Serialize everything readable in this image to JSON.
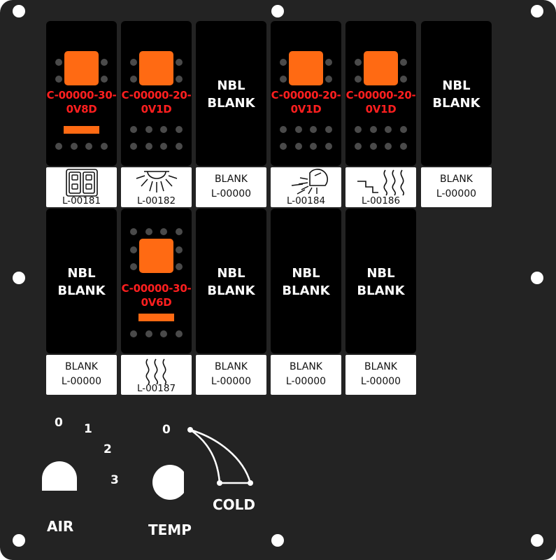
{
  "colors": {
    "panel": "#232323",
    "switch": "#000000",
    "lamp": "#ff6a13",
    "code_text": "#ff1f1f",
    "label_bg": "#ffffff",
    "dot": "#4a4a4a"
  },
  "switches": [
    {
      "kind": "lit",
      "code1": "C-00000-30-",
      "code2": "0V8D",
      "bar": true
    },
    {
      "kind": "lit",
      "code1": "C-00000-20-",
      "code2": "0V1D",
      "bar": false
    },
    {
      "kind": "blank",
      "line1": "NBL",
      "line2": "BLANK"
    },
    {
      "kind": "lit",
      "code1": "C-00000-20-",
      "code2": "0V1D",
      "bar": false
    },
    {
      "kind": "lit",
      "code1": "C-00000-20-",
      "code2": "0V1D",
      "bar": false
    },
    {
      "kind": "blank",
      "line1": "NBL",
      "line2": "BLANK"
    },
    {
      "kind": "blank",
      "line1": "NBL",
      "line2": "BLANK"
    },
    {
      "kind": "lit",
      "code1": "C-00000-30-",
      "code2": "0V6D",
      "bar": true
    },
    {
      "kind": "blank",
      "line1": "NBL",
      "line2": "BLANK"
    },
    {
      "kind": "blank",
      "line1": "NBL",
      "line2": "BLANK"
    },
    {
      "kind": "blank",
      "line1": "NBL",
      "line2": "BLANK"
    }
  ],
  "labels": [
    {
      "icon": "door-icon",
      "code": "L-00181"
    },
    {
      "icon": "light-icon",
      "code": "L-00182"
    },
    {
      "line1": "BLANK",
      "line2": "L-00000"
    },
    {
      "icon": "shower-icon",
      "code": "L-00184"
    },
    {
      "icon": "step-heat-icon",
      "code": "L-00186"
    },
    {
      "line1": "BLANK",
      "line2": "L-00000"
    },
    {
      "line1": "BLANK",
      "line2": "L-00000"
    },
    {
      "icon": "heat-icon",
      "code": "L-00187"
    },
    {
      "line1": "BLANK",
      "line2": "L-00000"
    },
    {
      "line1": "BLANK",
      "line2": "L-00000"
    },
    {
      "line1": "BLANK",
      "line2": "L-00000"
    }
  ],
  "air_dial": {
    "caption": "AIR",
    "positions": [
      "0",
      "1",
      "2",
      "3"
    ]
  },
  "temp_dial": {
    "caption": "TEMP",
    "zero": "0",
    "cold": "COLD"
  }
}
